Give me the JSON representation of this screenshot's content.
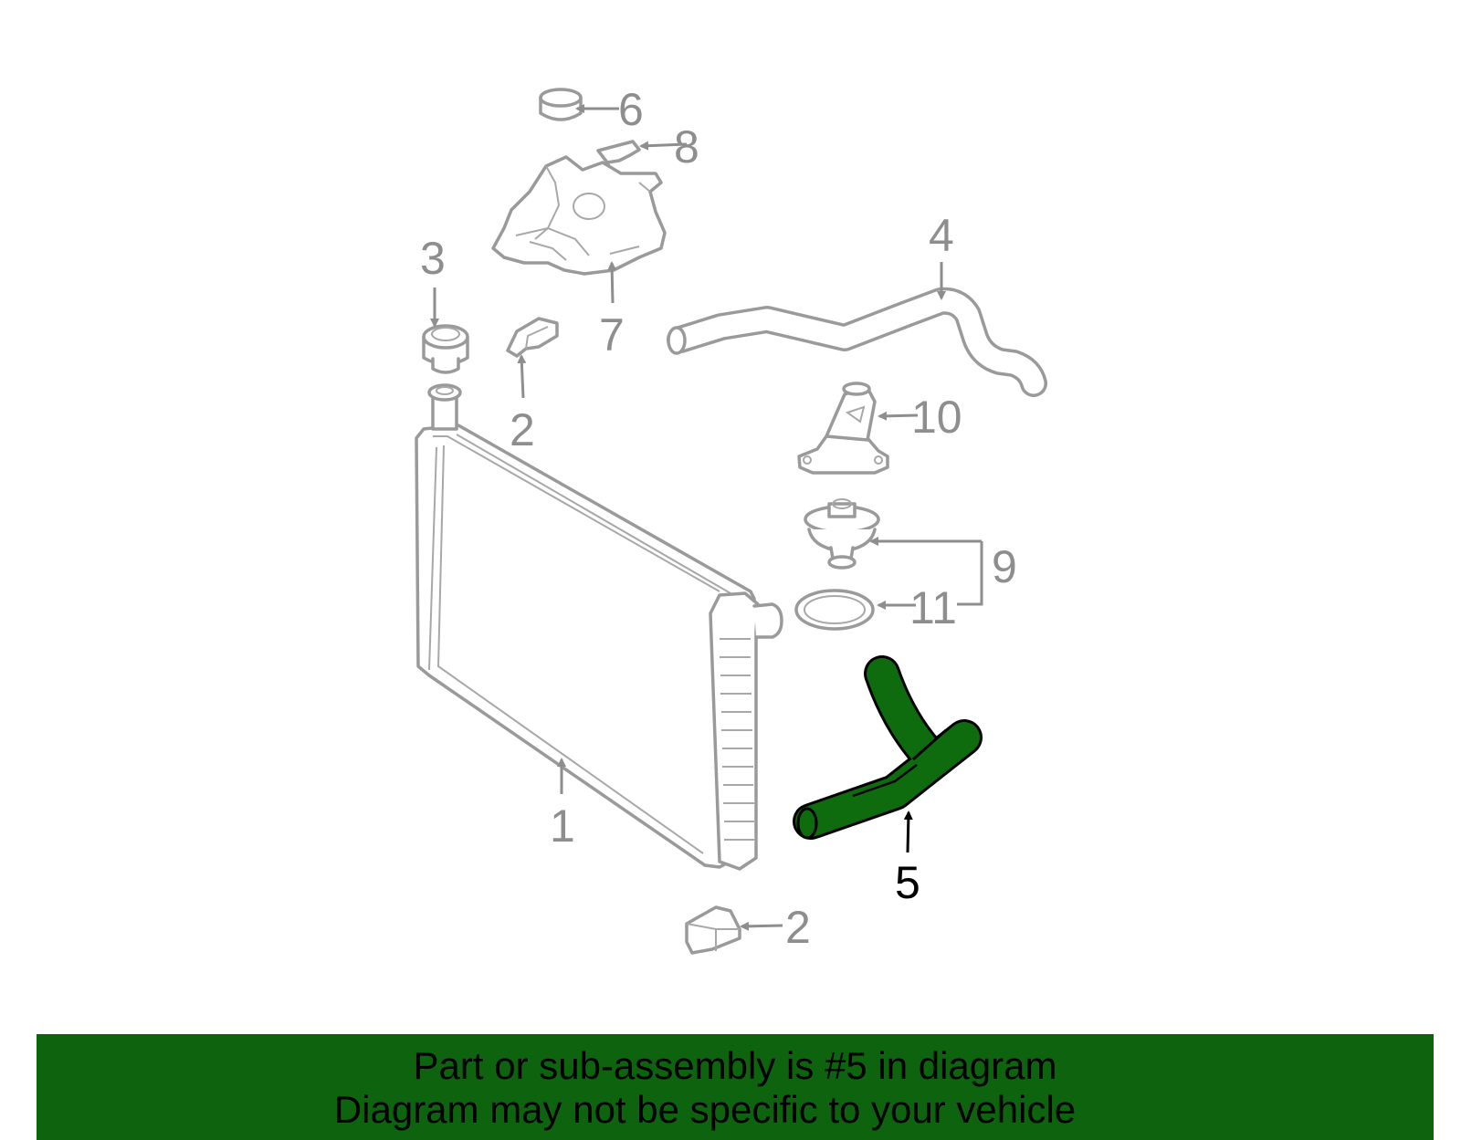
{
  "diagram": {
    "callouts": {
      "c1": "1",
      "c2a": "2",
      "c2b": "2",
      "c3": "3",
      "c4": "4",
      "c5": "5",
      "c6": "6",
      "c7": "7",
      "c8": "8",
      "c9": "9",
      "c10": "10",
      "c11": "11"
    },
    "highlighted_part": "5",
    "colors": {
      "highlight_fill": "#0e6b0e",
      "part_outline": "#9a9a9a",
      "callout_text": "#8e8e8e",
      "banner_bg": "#0e630e"
    }
  },
  "banner": {
    "line1": "Part or sub-assembly is #5 in diagram",
    "line2": "Diagram may not be specific to your vehicle"
  }
}
